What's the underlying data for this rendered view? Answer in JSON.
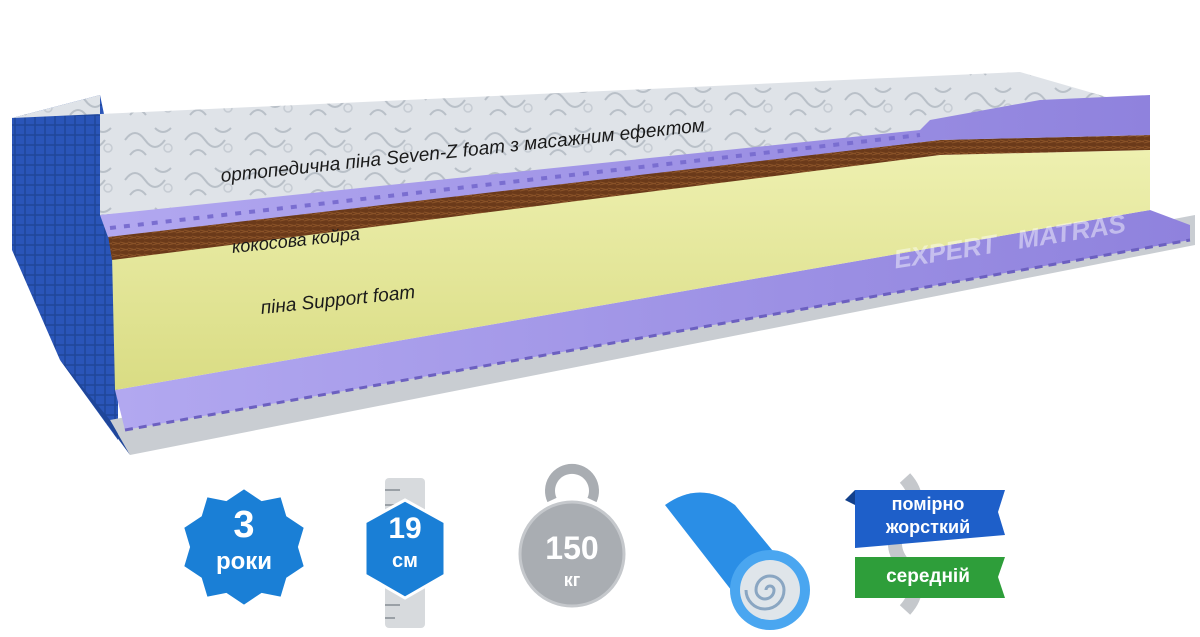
{
  "product": {
    "layers": {
      "seven_z_foam": "ортопедична піна Seven-Z foam з масажним ефектом",
      "coconut_coir": "кокосова койра",
      "support_foam": "піна Support foam"
    },
    "watermark": {
      "expert": "EXPERT",
      "matras": "MATRAS"
    }
  },
  "badges": {
    "warranty": {
      "value": "3",
      "unit": "роки"
    },
    "height": {
      "value": "19",
      "unit": "см"
    },
    "max_load": {
      "value": "150",
      "unit": "кг"
    },
    "firmness": {
      "top_line1": "помірно",
      "top_line2": "жорсткий",
      "bottom": "середній"
    }
  },
  "colors": {
    "badge_blue": "#1a7fd6",
    "ribbon_blue": "#1e5fc9",
    "ribbon_green": "#2e9e3a",
    "purple_foam": "#9b8fe6",
    "yellow_foam": "#e6e89a",
    "coir_brown": "#6b3a1a",
    "cover_blue": "#2a55b8",
    "grey_badge": "#a9adb2"
  },
  "icons": [
    "shield-badge-icon",
    "ruler-hexagon-icon",
    "weight-icon",
    "rolled-mattress-icon",
    "firmness-ribbon-icon"
  ]
}
